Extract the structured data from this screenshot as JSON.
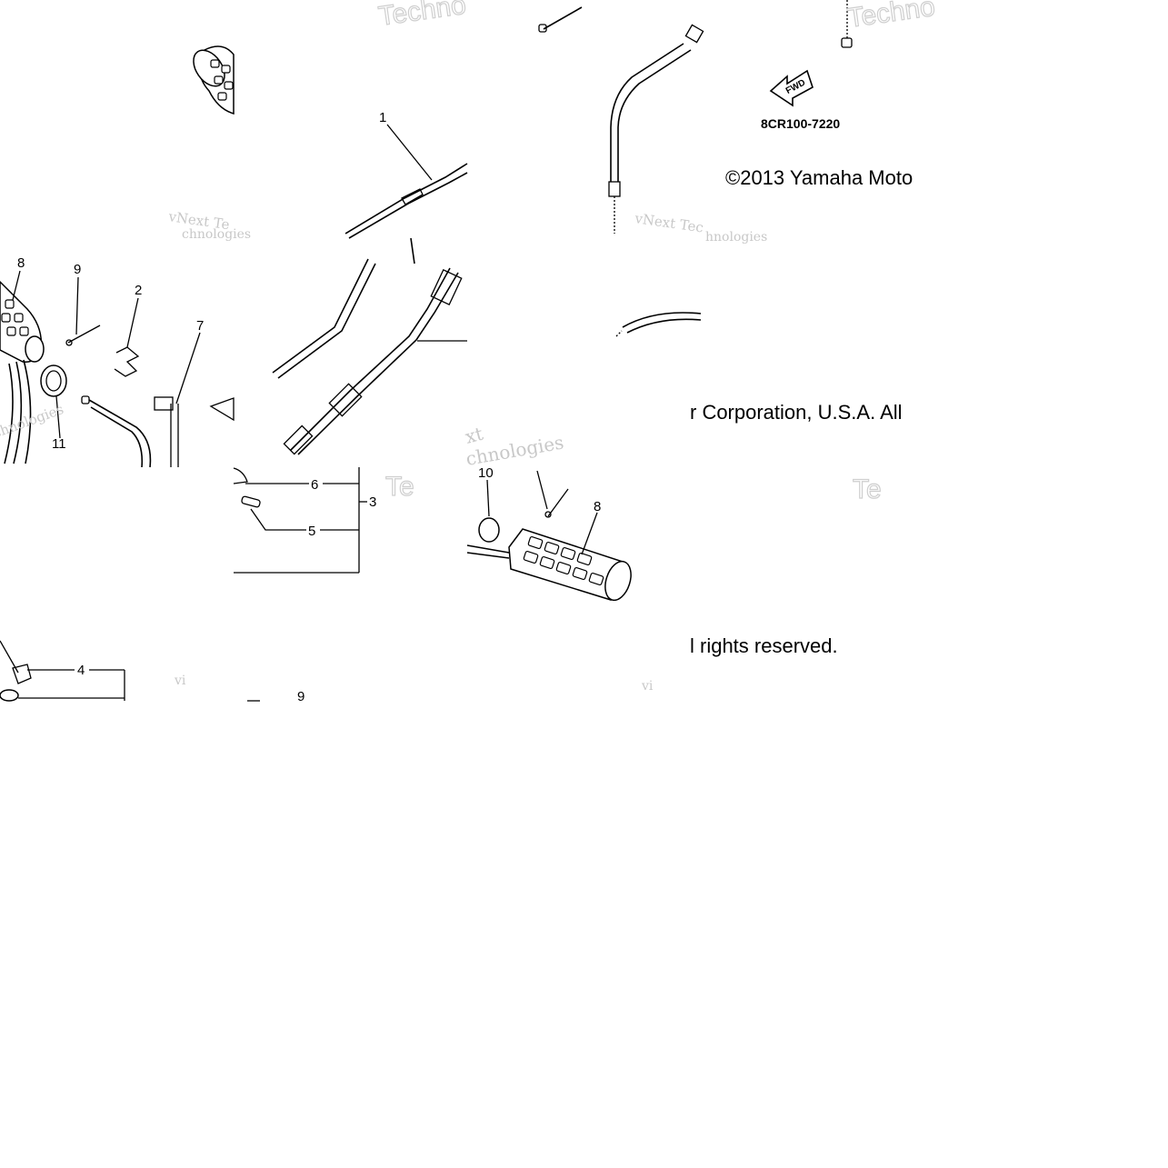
{
  "diagram": {
    "part_code": "8CR100-7220",
    "fwd_label": "FWD",
    "copyright": {
      "line1": "©2013 Yamaha Moto",
      "line2": "r Corporation, U.S.A. All",
      "line3": "l rights reserved."
    },
    "watermarks": {
      "brand_top_a": "Techno",
      "brand_top_b": "Techno",
      "brand_mid_a": "Te",
      "brand_mid_b": "Te",
      "vnext_a": "vNext Te",
      "vnext_a2": "chnologies",
      "vnext_b": "vNext Tec",
      "vnext_b2": "hnologies",
      "vnext_c": "chnologies",
      "vnext_d": "xt",
      "vnext_e": "chnologies",
      "vnext_f": "vi",
      "vnext_g": "vi"
    },
    "callouts": {
      "c1": "1",
      "c2": "2",
      "c3": "3",
      "c4": "4",
      "c5": "5",
      "c6": "6",
      "c7": "7",
      "c8a": "8",
      "c8b": "8",
      "c9a": "9",
      "c9b": "9",
      "c10": "10",
      "c11": "11"
    },
    "colors": {
      "ink": "#000000",
      "watermark": "#c8c8c8",
      "background": "#ffffff"
    }
  }
}
